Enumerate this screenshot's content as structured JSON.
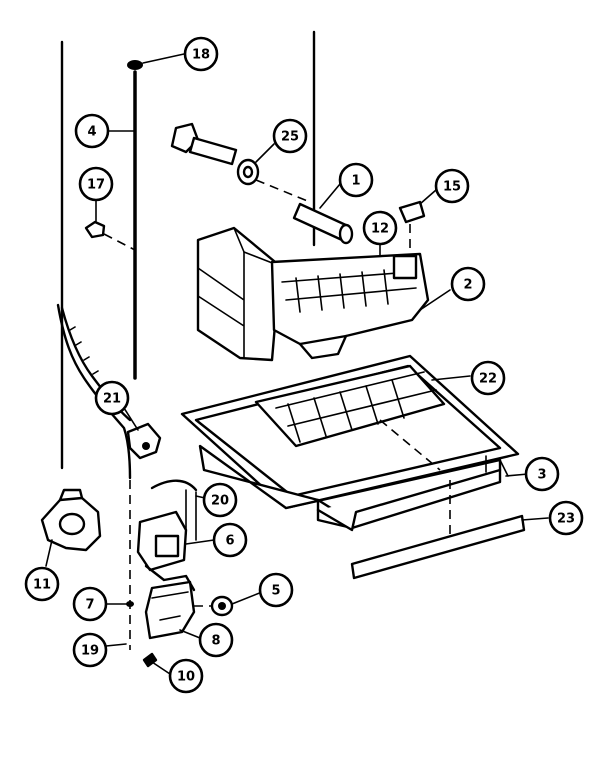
{
  "callouts": [
    {
      "id": "c1",
      "label": "1"
    },
    {
      "id": "c2",
      "label": "2"
    },
    {
      "id": "c3",
      "label": "3"
    },
    {
      "id": "c4",
      "label": "4"
    },
    {
      "id": "c5",
      "label": "5"
    },
    {
      "id": "c6",
      "label": "6"
    },
    {
      "id": "c7",
      "label": "7"
    },
    {
      "id": "c8",
      "label": "8"
    },
    {
      "id": "c10",
      "label": "10"
    },
    {
      "id": "c11",
      "label": "11"
    },
    {
      "id": "c12",
      "label": "12"
    },
    {
      "id": "c15",
      "label": "15"
    },
    {
      "id": "c17",
      "label": "17"
    },
    {
      "id": "c18",
      "label": "18"
    },
    {
      "id": "c19",
      "label": "19"
    },
    {
      "id": "c20",
      "label": "20"
    },
    {
      "id": "c21",
      "label": "21"
    },
    {
      "id": "c22",
      "label": "22"
    },
    {
      "id": "c23",
      "label": "23"
    },
    {
      "id": "c25",
      "label": "25"
    }
  ]
}
